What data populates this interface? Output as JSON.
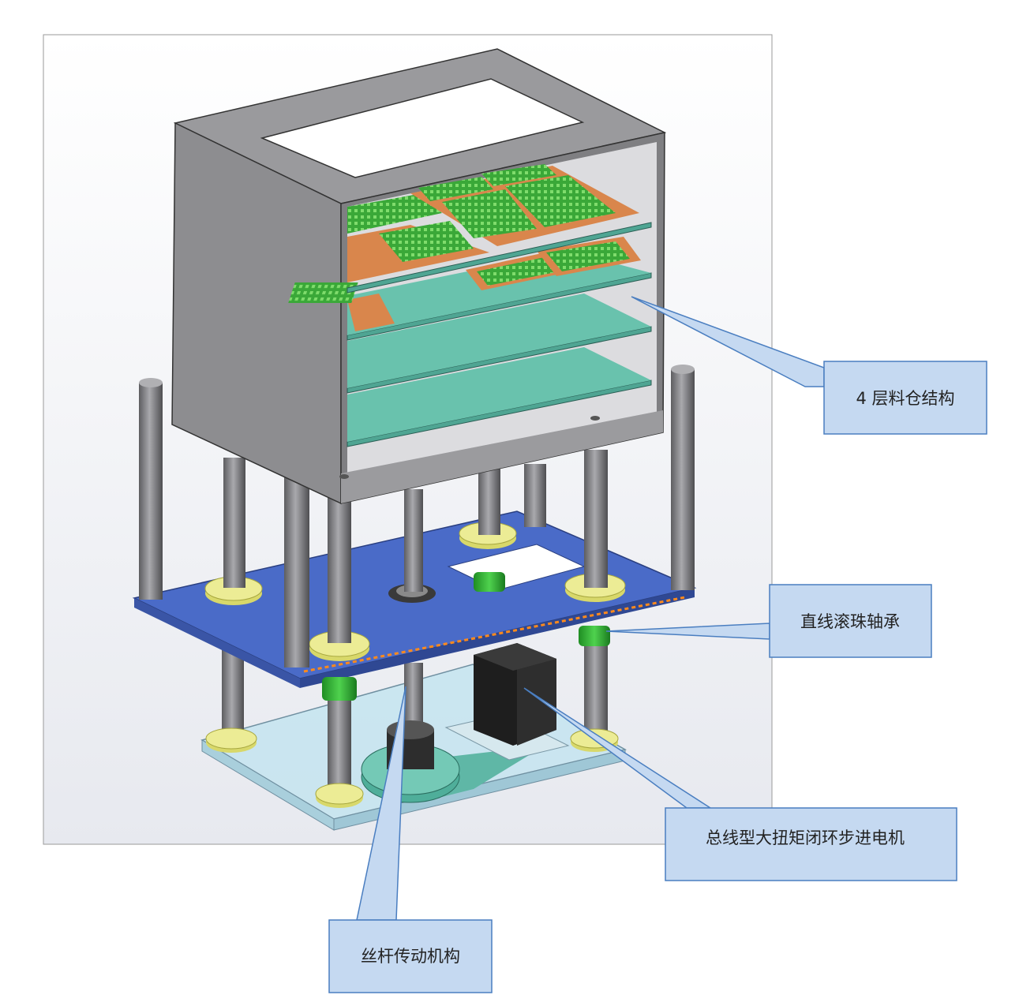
{
  "figure": {
    "callouts": [
      {
        "id": "bin",
        "text": "4 层料仓结构"
      },
      {
        "id": "bearing",
        "text": "直线滚珠轴承"
      },
      {
        "id": "motor",
        "text": "总线型大扭矩闭环步进电机"
      },
      {
        "id": "screw",
        "text": "丝杆传动机构"
      }
    ]
  },
  "colors": {
    "callout_fill": "#c5d9f1",
    "callout_stroke": "#4a7ec0",
    "housing": "#8f8f92",
    "shelf": "#69c2ad",
    "tray": "#d9864c",
    "pcb": "#3fb03c",
    "plate": "#4567c2",
    "bushing": "#e8e88c",
    "bearing": "#39c23a",
    "motor": "#1c1c1c",
    "base": "#bfe3ef",
    "rod": "#7a7a7c"
  }
}
